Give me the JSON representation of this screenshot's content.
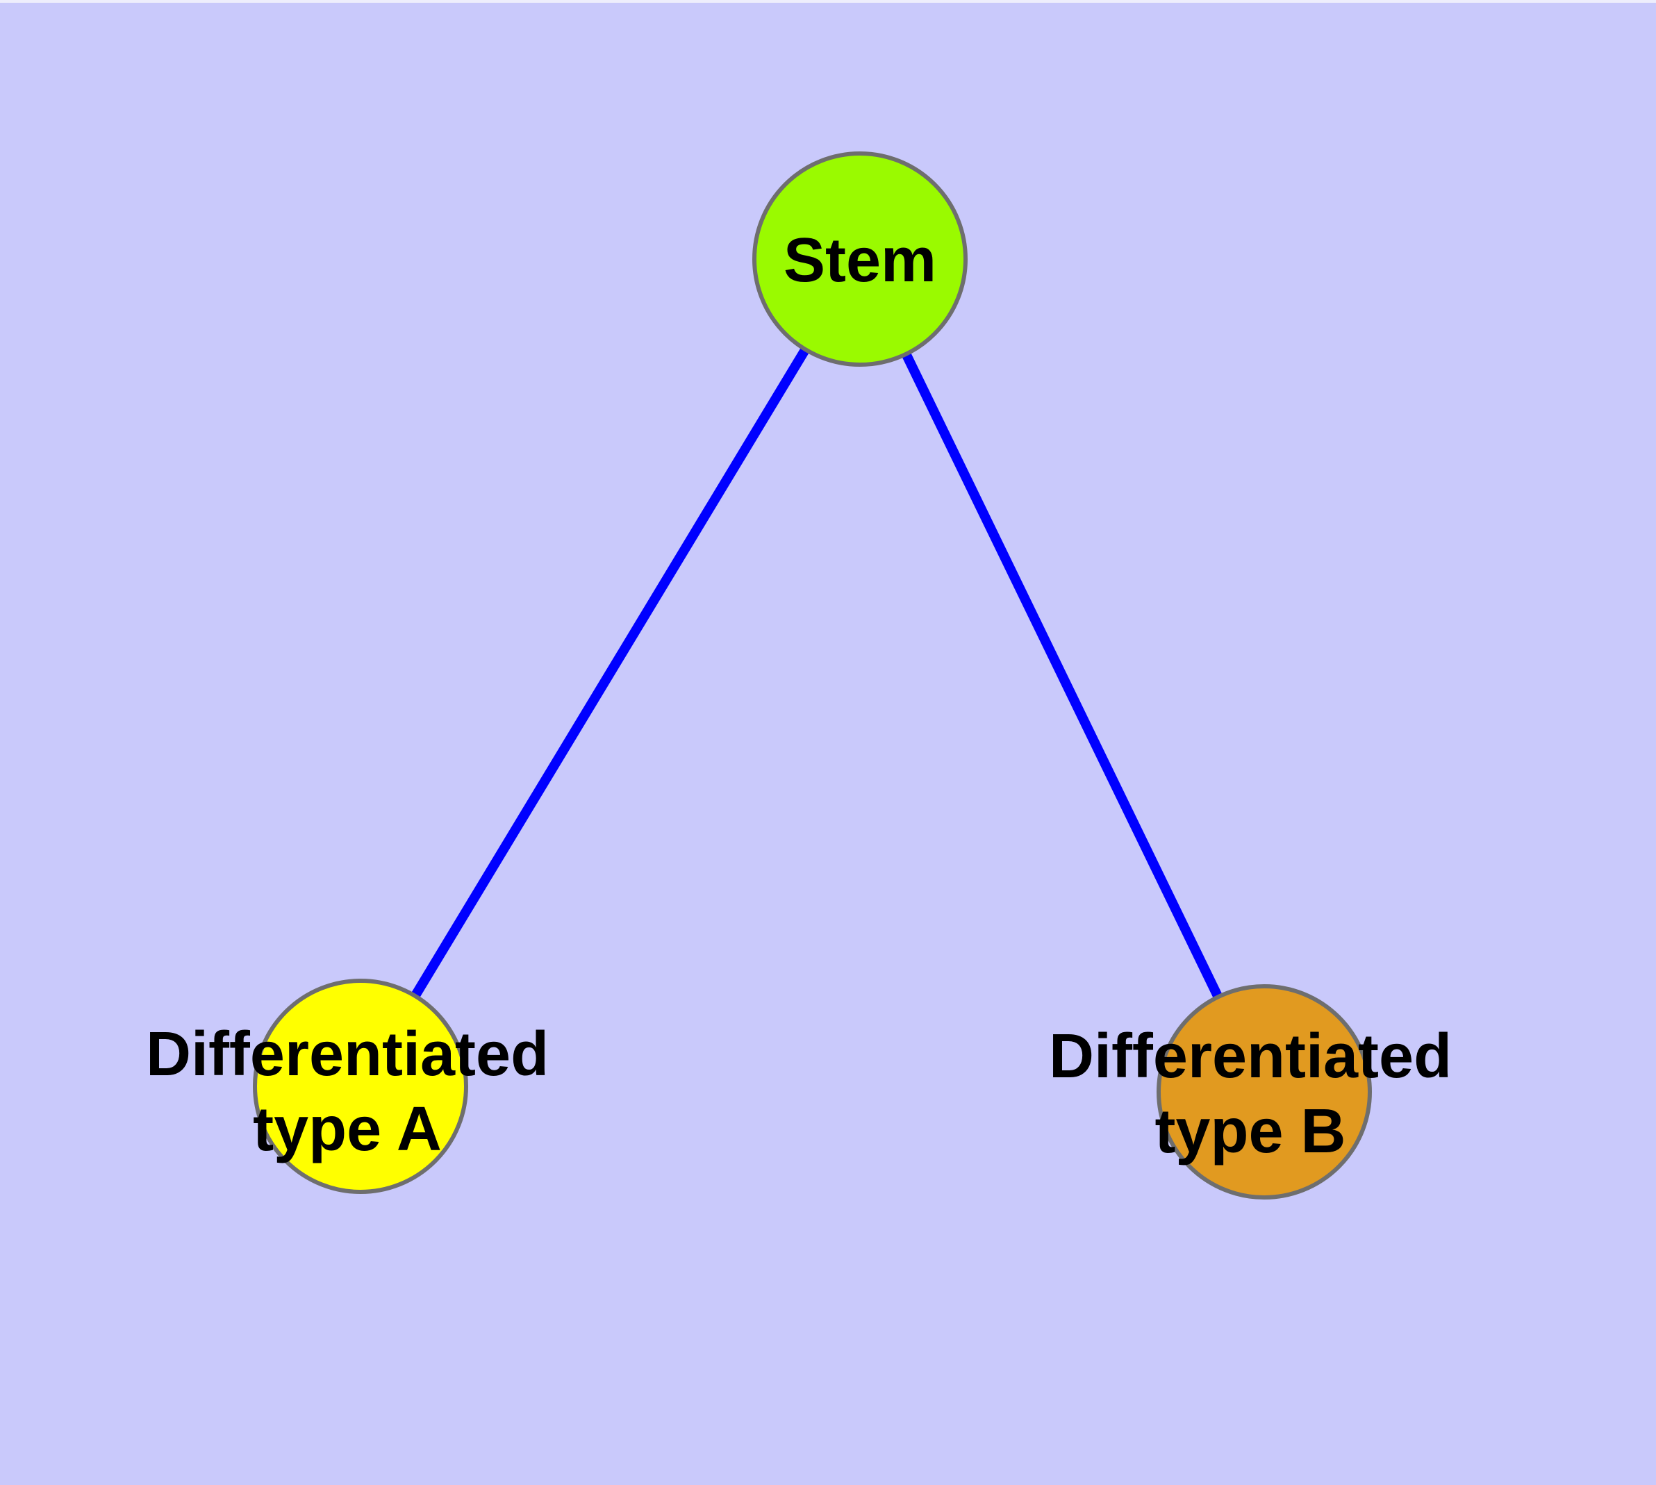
{
  "diagram": {
    "description": "Cell differentiation graph: a Stem node linked to two differentiated cell type nodes",
    "background_color": "#C9C9FB",
    "node_border_color": "#6E6E6E",
    "edge_color": "#0000FF",
    "text_color": "#000000",
    "nodes": [
      {
        "id": "stem",
        "label": "Stem",
        "color": "#9AFA00"
      },
      {
        "id": "type-a",
        "label": "Differentiated\ntype A",
        "color": "#FFFF00"
      },
      {
        "id": "type-b",
        "label": "Differentiated\ntype B",
        "color": "#E19A20"
      }
    ],
    "edges": [
      {
        "from": "Stem",
        "to": "Differentiated type A"
      },
      {
        "from": "Stem",
        "to": "Differentiated type B"
      }
    ]
  }
}
